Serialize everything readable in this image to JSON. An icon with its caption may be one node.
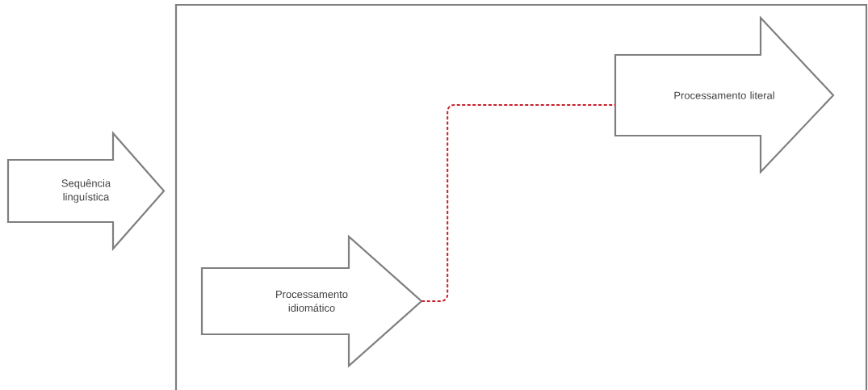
{
  "diagram": {
    "nodes": [
      {
        "text": [
          "Sequência linguística"
        ]
      },
      {
        "text": [
          "Processamento idiomático"
        ]
      },
      {
        "text": [
          "Processamento literal"
        ]
      }
    ],
    "edges": [
      {
        "from": 1,
        "to": 2,
        "arrow": "none",
        "style": "dashed",
        "color": "#c8202a"
      }
    ]
  }
}
